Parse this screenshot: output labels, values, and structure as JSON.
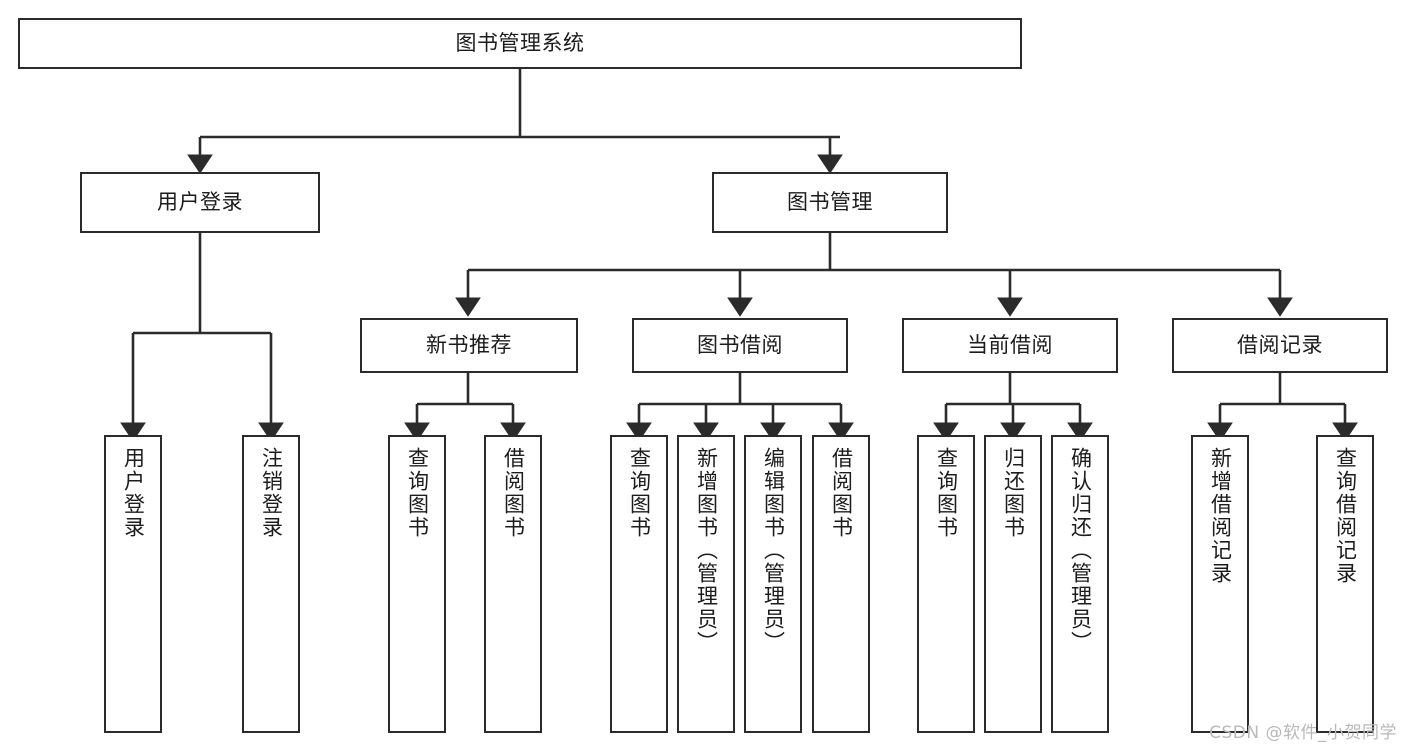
{
  "diagram": {
    "type": "hierarchy-tree",
    "title": "图书管理系统",
    "watermark": "CSDN @软件_小贺同学",
    "colors": {
      "box_border": "#2b2b2b",
      "box_fill": "#ffffff",
      "connector": "#2b2b2b",
      "text": "#1c1c1c",
      "watermark": "#b9b9b9",
      "background": "#ffffff"
    },
    "levels": {
      "root": {
        "label": "图书管理系统"
      },
      "level2": [
        {
          "label": "用户登录"
        },
        {
          "label": "图书管理"
        }
      ],
      "level3": [
        {
          "label": "新书推荐"
        },
        {
          "label": "图书借阅"
        },
        {
          "label": "当前借阅"
        },
        {
          "label": "借阅记录"
        }
      ],
      "leaves": {
        "user_login": [
          {
            "label": "用户登录"
          },
          {
            "label": "注销登录"
          }
        ],
        "new_book_recommend": [
          {
            "label": "查询图书"
          },
          {
            "label": "借阅图书"
          }
        ],
        "book_borrow": [
          {
            "label": "查询图书"
          },
          {
            "label": "新增图书（管理员）"
          },
          {
            "label": "编辑图书（管理员）"
          },
          {
            "label": "借阅图书"
          }
        ],
        "current_borrow": [
          {
            "label": "查询图书"
          },
          {
            "label": "归还图书"
          },
          {
            "label": "确认归还（管理员）"
          }
        ],
        "borrow_record": [
          {
            "label": "新增借阅记录"
          },
          {
            "label": "查询借阅记录"
          }
        ]
      }
    }
  }
}
